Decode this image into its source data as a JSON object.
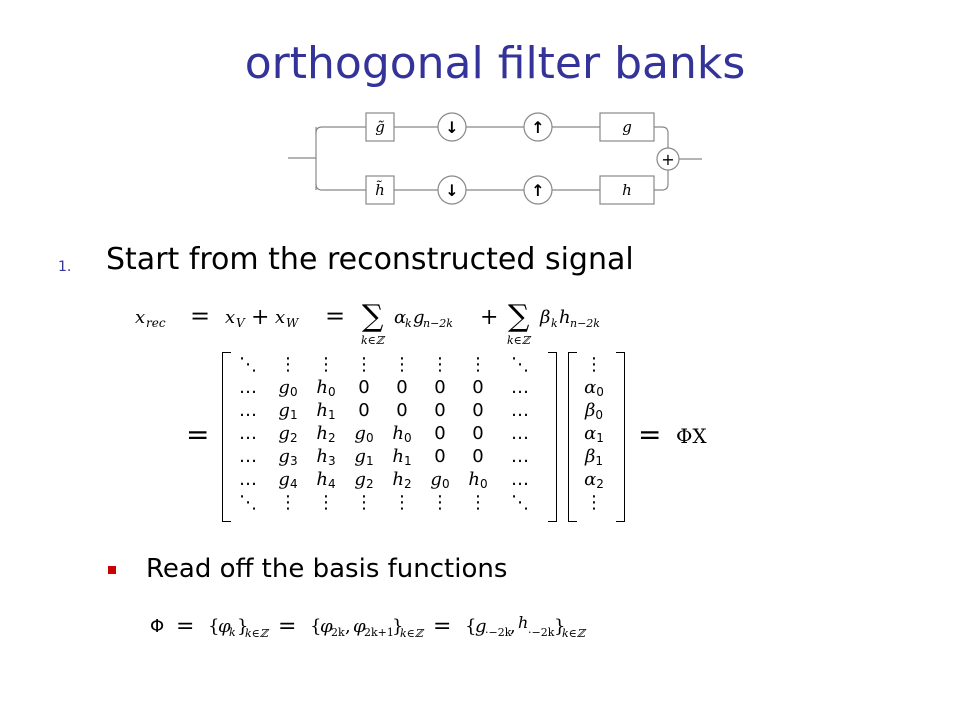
{
  "title": "orthogonal filter banks",
  "diagram": {
    "analysis_top": "g̃",
    "analysis_bottom": "h̃",
    "synthesis_top": "g",
    "synthesis_bottom": "h",
    "down_symbol": "↓",
    "up_symbol": "↑",
    "adder_symbol": "+"
  },
  "step1": {
    "number": "1.",
    "text": "Start from the reconstructed signal"
  },
  "bullet1": {
    "text": "Read off the basis functions"
  },
  "matrix": {
    "rows": [
      [
        "⋱",
        "⋮",
        "⋮",
        "⋮",
        "⋮",
        "⋮",
        "⋮",
        "⋱"
      ],
      [
        "…",
        "g0",
        "h0",
        "0",
        "0",
        "0",
        "0",
        "…"
      ],
      [
        "…",
        "g1",
        "h1",
        "0",
        "0",
        "0",
        "0",
        "…"
      ],
      [
        "…",
        "g2",
        "h2",
        "g0",
        "h0",
        "0",
        "0",
        "…"
      ],
      [
        "…",
        "g3",
        "h3",
        "g1",
        "h1",
        "0",
        "0",
        "…"
      ],
      [
        "…",
        "g4",
        "h4",
        "g2",
        "h2",
        "g0",
        "h0",
        "…"
      ],
      [
        "⋱",
        "⋮",
        "⋮",
        "⋮",
        "⋮",
        "⋮",
        "⋮",
        "⋱"
      ]
    ],
    "vector": [
      "⋮",
      "α0",
      "β0",
      "α1",
      "β1",
      "α2",
      "⋮"
    ],
    "rhs": "ΦX"
  },
  "colors": {
    "title": "#333399",
    "bullet": "#cc0000"
  }
}
